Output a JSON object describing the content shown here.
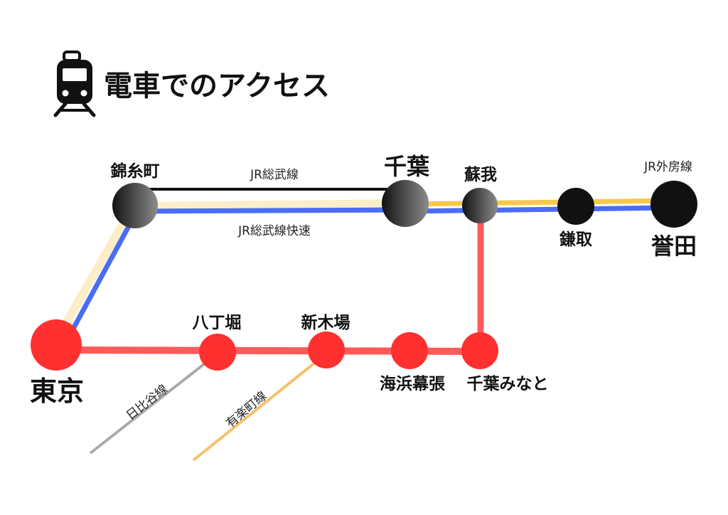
{
  "title": "電車でのアクセス",
  "icons": {
    "header": "train-icon"
  },
  "colors": {
    "sobu": "#111111",
    "sobu_rapid": "#4a6cf7",
    "sobu_rapid_glow": "#fbeec8",
    "sotobo": "#f7c948",
    "keiyo": "#ff5a5a",
    "hibiya": "#aaaaaa",
    "yurakucho": "#f5c16c",
    "tokyo_station": "#ff3030",
    "gray_station_dark": "#111111",
    "gray_station_light": "#8c8c8c"
  },
  "stations": {
    "kinshicho": "錦糸町",
    "chiba": "千葉",
    "soga": "蘇我",
    "kamatori": "鎌取",
    "honda": "誉田",
    "tokyo": "東京",
    "hatchobori": "八丁堀",
    "shinkiba": "新木場",
    "kaihinmakuhari": "海浜幕張",
    "chibaminato": "千葉みなと"
  },
  "lines": {
    "sobu": "JR総武線",
    "sobu_rapid": "JR総武線快速",
    "sotobo": "JR外房線",
    "hibiya": "日比谷線",
    "yurakucho": "有楽町線"
  }
}
